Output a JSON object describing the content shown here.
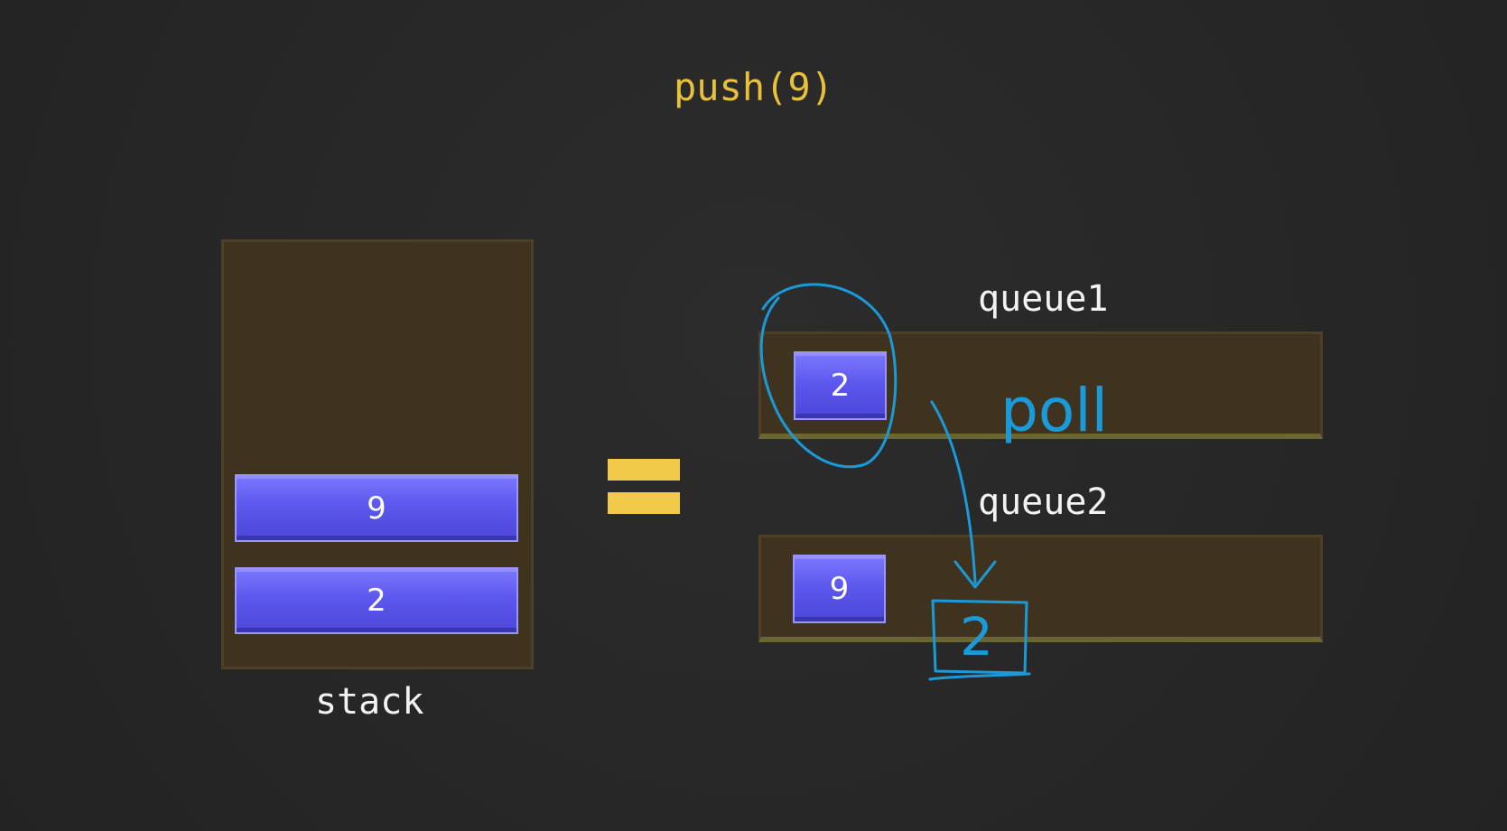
{
  "title": "push(9)",
  "stack": {
    "label": "stack",
    "items": [
      "9",
      "2"
    ]
  },
  "queue1": {
    "label": "queue1",
    "items": [
      "2"
    ]
  },
  "queue2": {
    "label": "queue2",
    "items": [
      "9"
    ]
  },
  "equals_symbol": "=",
  "annotations": {
    "handwritten_label": "poll",
    "handwritten_box_value": "2",
    "ink_color": "#1a9ad9"
  },
  "colors": {
    "background": "#262626",
    "title": "#e8c13a",
    "container_fill": "#3f3320",
    "block_fill": "#5d58ee",
    "equals": "#f2ca4a"
  }
}
